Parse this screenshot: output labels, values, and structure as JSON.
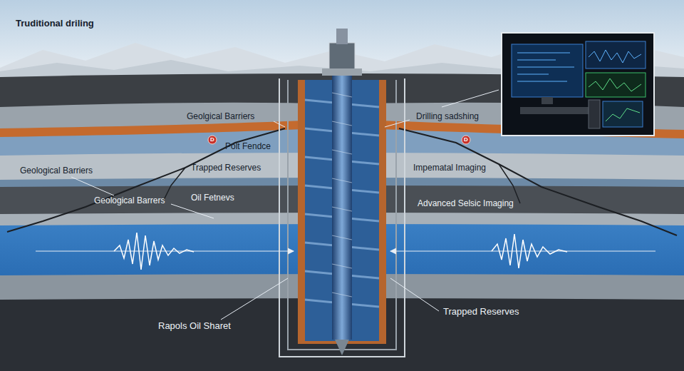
{
  "diagram": {
    "title": "Truditional driling",
    "labels": [
      "Geolgical Barriers",
      "Polt Fendce",
      "Geological Barriers",
      "Trapped Reserves",
      "Geological Barrers",
      "Oil Fetnevs",
      "Drilling sadshing",
      "Impematal Imaging",
      "Advanced Selsic Imaging",
      "Rapols Oil Sharet",
      "Trapped Reserves",
      "D",
      "D"
    ]
  }
}
